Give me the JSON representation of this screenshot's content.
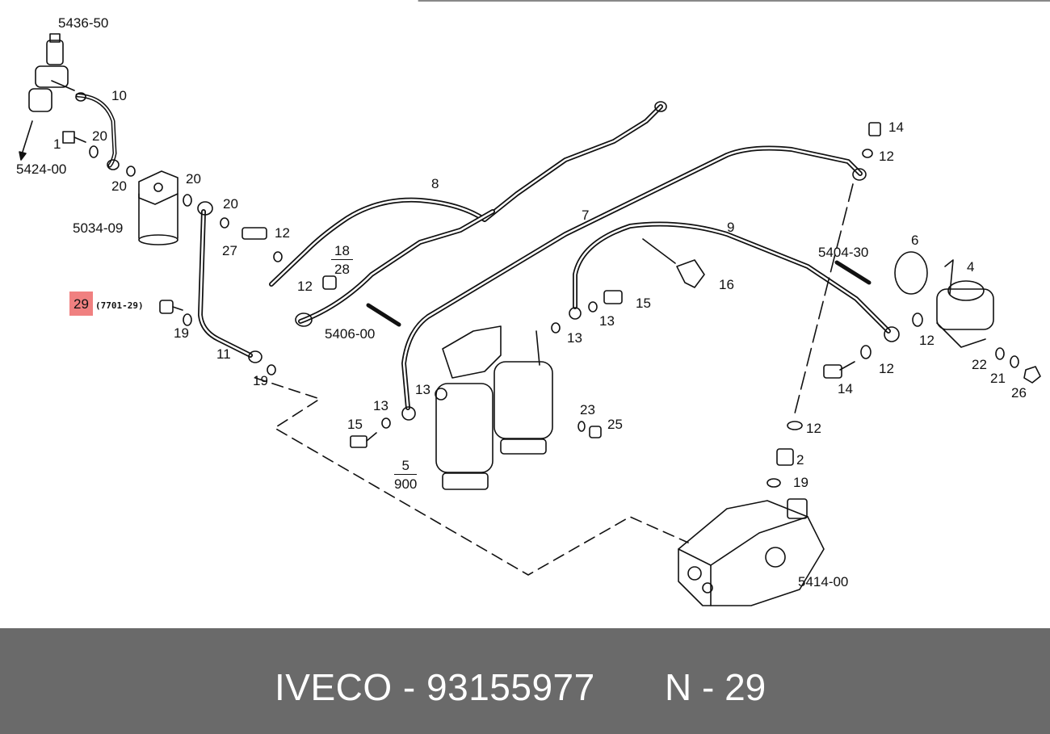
{
  "labels": {
    "p5436_50": "5436-50",
    "p10": "10",
    "p1": "1",
    "p20a": "20",
    "p5424_00": "5424-00",
    "p20b": "20",
    "p20c": "20",
    "p20d": "20",
    "p5034_09": "5034-09",
    "p27": "27",
    "p12a": "12",
    "p12b": "12",
    "p8": "8",
    "p18_28": {
      "top": "18",
      "bottom": "28"
    },
    "p5406_00": "5406-00",
    "p19a": "19",
    "p11": "11",
    "p19b": "19",
    "p7": "7",
    "p9": "9",
    "p16": "16",
    "p15a": "15",
    "p13a": "13",
    "p13b": "13",
    "p13c": "13",
    "p13d": "13",
    "p15b": "15",
    "p5_900": {
      "top": "5",
      "bottom": "900"
    },
    "p23": "23",
    "p25": "25",
    "p14a": "14",
    "p12c": "12",
    "p5404_30": "5404-30",
    "p6": "6",
    "p4": "4",
    "p12d": "12",
    "p12e": "12",
    "p14b": "14",
    "p22": "22",
    "p21": "21",
    "p26": "26",
    "p12f": "12",
    "p2": "2",
    "p19c": "19",
    "p5414_00": "5414-00"
  },
  "highlight": {
    "number": "29",
    "ref": "(7701-29)",
    "color": "#f08080"
  },
  "footer": {
    "brand_line": "IVECO - 93155977",
    "position_line": "N - 29"
  }
}
